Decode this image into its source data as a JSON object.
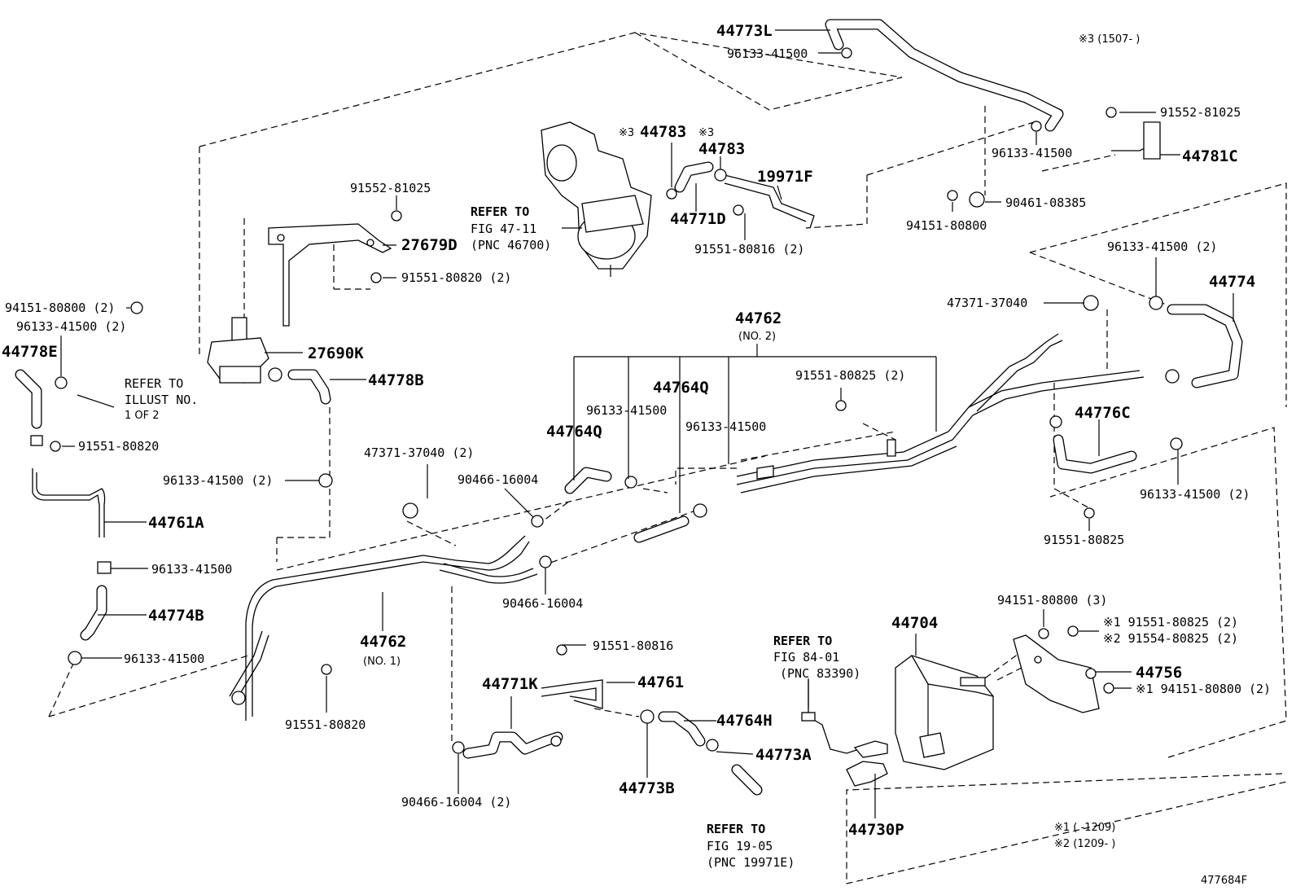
{
  "labels": {
    "p44773L": "44773L",
    "p96133_41500_top": "96133-41500",
    "note3_top": "※3 (1507-    )",
    "p91552_81025_r": "91552-81025",
    "p96133_41500_r": "96133-41500",
    "p44781C": "44781C",
    "p94151_80800_mid": "94151-80800",
    "p90461_08385": "90461-08385",
    "p44783_a_prefix": "※3",
    "p44783_a": "44783",
    "p44783_b_prefix": "※3",
    "p44783_b": "44783",
    "p19971F": "19971F",
    "p44771D": "44771D",
    "p91551_80816_2": "91551-80816 (2)",
    "refer_47_1": "REFER TO",
    "refer_47_2": "FIG 47-11",
    "refer_47_3": "(PNC 46700)",
    "p91552_81025_l": "91552-81025",
    "p27679D": "27679D",
    "p91551_80820_2": "91551-80820 (2)",
    "p94151_80800_2": "94151-80800 (2)",
    "p96133_41500_2_l": "96133-41500 (2)",
    "p44778E": "44778E",
    "p27690K": "27690K",
    "p44778B": "44778B",
    "refer_illust_1": "REFER TO",
    "refer_illust_2": "ILLUST NO.",
    "refer_illust_3": "1 OF 2",
    "p91551_80820_l": "91551-80820",
    "p96133_41500_2_ml": "96133-41500 (2)",
    "p44761A": "44761A",
    "p96133_41500_ll": "96133-41500",
    "p44774B": "44774B",
    "p96133_41500_lll": "96133-41500",
    "p47371_37040_2": "47371-37040 (2)",
    "p90466_16004_a": "90466-16004",
    "p44764Q_a": "44764Q",
    "p96133_41500_c1": "96133-41500",
    "p44764Q_b": "44764Q",
    "p96133_41500_c2": "96133-41500",
    "p44762_no2": "44762",
    "p44762_no2_sub": "(NO. 2)",
    "p91551_80825_2_top": "91551-80825 (2)",
    "p47371_37040": "47371-37040",
    "p96133_41500_2_r": "96133-41500 (2)",
    "p44774": "44774",
    "p44776C": "44776C",
    "p96133_41500_2_rr": "96133-41500 (2)",
    "p91551_80825_r": "91551-80825",
    "p90466_16004_b": "90466-16004",
    "p44762_no1": "44762",
    "p44762_no1_sub": "(NO. 1)",
    "p91551_80820_b": "91551-80820",
    "p91551_80816": "91551-80816",
    "p44771K": "44771K",
    "p44761": "44761",
    "p44764H": "44764H",
    "p44773A": "44773A",
    "p44773B": "44773B",
    "p90466_16004_2": "90466-16004 (2)",
    "refer_19_1": "REFER TO",
    "refer_19_2": "FIG 19-05",
    "refer_19_3": "(PNC 19971E)",
    "refer_84_1": "REFER TO",
    "refer_84_2": "FIG 84-01",
    "refer_84_3": "(PNC 83390)",
    "p44704": "44704",
    "p44730P": "44730P",
    "p94151_80800_3": "94151-80800 (3)",
    "p91551_80825_2_x1": "※1 91551-80825 (2)",
    "p91554_80825_2_x2": "※2 91554-80825 (2)",
    "p44756": "44756",
    "p94151_80800_2_x1": "※1 94151-80800 (2)",
    "note1": "※1 (      -1209)",
    "note2": "※2 (1209-      )",
    "figure_id": "477684F"
  }
}
